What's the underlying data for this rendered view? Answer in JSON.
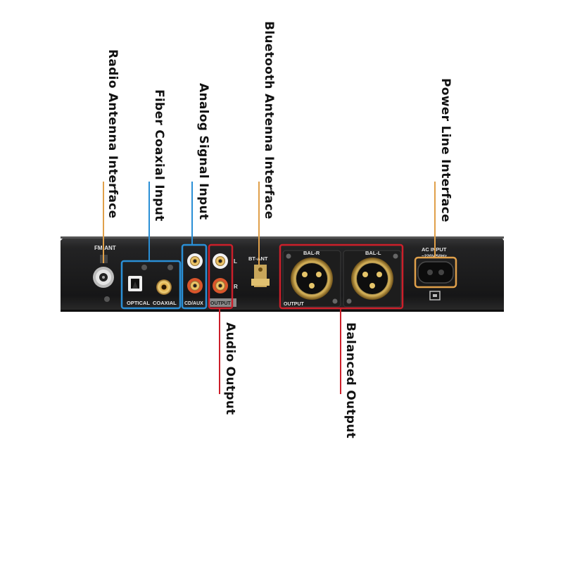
{
  "callouts": {
    "radio_antenna": "Radio Antenna Interface",
    "fiber_coaxial": "Fiber Coaxial Input",
    "analog_signal": "Analog Signal Input",
    "bluetooth_antenna": "Bluetooth Antenna Interface",
    "power_line": "Power Line Interface",
    "audio_output": "Audio Output",
    "balanced_output": "Balanced Output"
  },
  "panel": {
    "fm_ant": "FM-ANT",
    "optical": "OPTICAL",
    "coaxial": "COAXIAL",
    "cd_aux": "CD/AUX",
    "output": "OUTPUT",
    "ch_l": "L",
    "ch_r": "R",
    "bt_ant": "BT-ANT",
    "bal_r": "BAL-R",
    "bal_l": "BAL-L",
    "output_xlr": "OUTPUT",
    "ac_input": "AC INPUT",
    "ac_spec": "~220V/50Hz"
  },
  "colors": {
    "orange": "#e0a04a",
    "blue": "#2a8fd6",
    "red": "#cc1f2a",
    "panel": "#1b1b1c"
  }
}
